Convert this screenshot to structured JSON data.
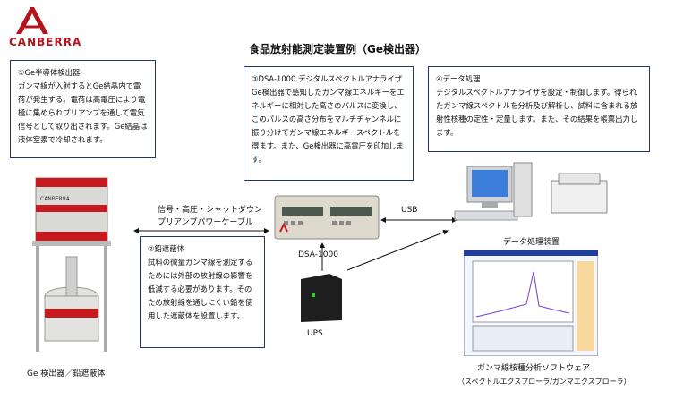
{
  "logo": {
    "text": "CANBERRA",
    "mark_icon": "canberra-a-icon",
    "brand_color": "#b5121b"
  },
  "title": "食品放射能測定装置例（Ge検出器）",
  "boxes": {
    "ge": {
      "heading": "①Ge半導体検出器",
      "body": "ガンマ線が入射するとGe結晶内で電荷が発生する。電荷は高電圧により電極に集められプリアンプを通して電気信号として取り出されます。Ge結晶は液体窒素で冷却されます。"
    },
    "dsa": {
      "heading": "③DSA-1000 デジタルスペクトルアナライザ",
      "body": "Ge検出器で感知したガンマ線エネルギーをエネルギーに相対した高さのパルスに変換し、このパルスの高さ分布をマルチチャンネルに振り分けてガンマ線エネルギースペクトルを得ます。また、Ge検出器に高電圧を印加します。"
    },
    "data": {
      "heading": "④データ処理",
      "body": "デジタルスペクトルアナライザを設定・制御します。得られたガンマ線スペクトルを分析及び解析し、試料に含まれる放射性核種の定性・定量します。また、その結果を帳票出力します。"
    },
    "shield": {
      "heading": "②鉛遮蔽体",
      "body": "試料の微量ガンマ線を測定するためには外部の放射線の影響を低減する必要があります。そのため放射線を通しにくい鉛を使用した遮蔽体を設置します。"
    }
  },
  "labels": {
    "cable_1": "信号・高圧・シャットダウン",
    "cable_2": "プリアンプパワーケーブル",
    "usb": "USB",
    "dsa": "DSA-1000",
    "ups": "UPS",
    "detector": "Ge 検出器／鉛遮蔽体",
    "data_unit": "データ処理装置",
    "software": "ガンマ線核種分析ソフトウェア",
    "software_sub": "（スペクトルエクスプローラ/ガンマエクスプローラ）",
    "detector_brand": "CANBERRA"
  },
  "colors": {
    "box_border": "#24356b",
    "detector_red": "#c8191e"
  }
}
